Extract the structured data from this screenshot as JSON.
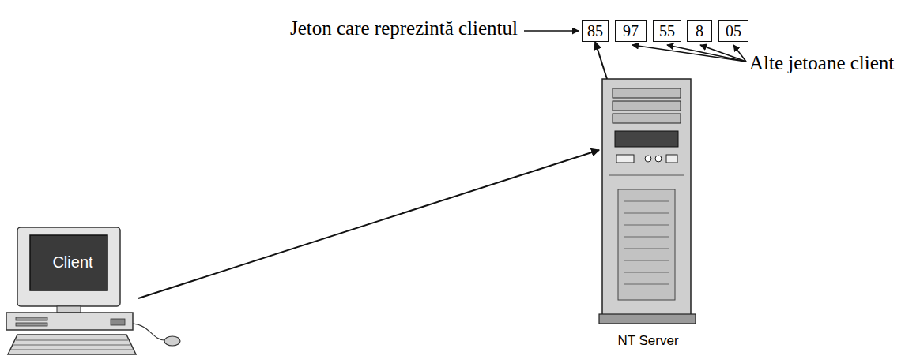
{
  "diagram": {
    "nodes": [
      {
        "text": [
          "85"
        ]
      },
      {
        "text": [
          "97"
        ]
      },
      {
        "text": [
          "55"
        ]
      },
      {
        "text": [
          "8"
        ]
      },
      {
        "text": [
          "05"
        ]
      },
      {
        "text": [
          "Client"
        ]
      },
      {
        "text": [
          "NT Server"
        ]
      }
    ],
    "edges": [
      {
        "from": 5,
        "to": 6,
        "arrow": "to"
      },
      {
        "from": 6,
        "to": 0,
        "arrow": "to"
      }
    ],
    "labels": [
      "Jeton care reprezintă clientul",
      "Alte jetoane client"
    ]
  }
}
